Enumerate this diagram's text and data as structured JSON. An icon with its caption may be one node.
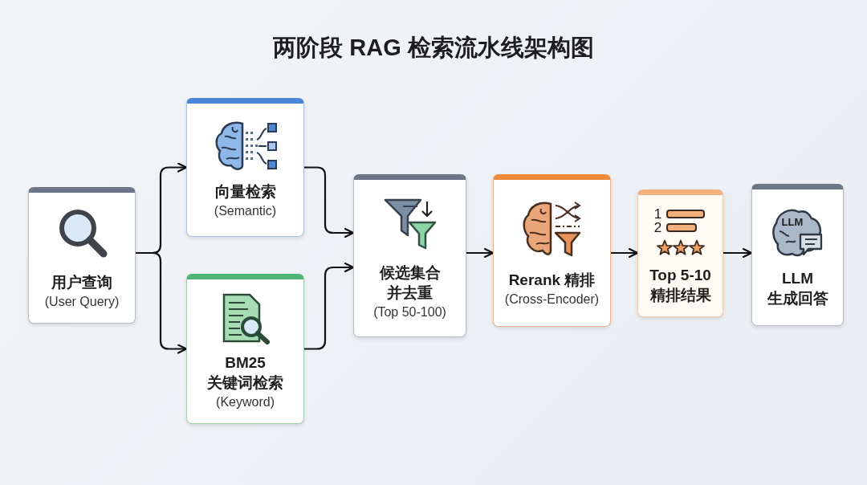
{
  "diagram": {
    "title": "两阶段 RAG 检索流水线架构图",
    "nodes": [
      {
        "text": [
          "用户查询",
          "(User Query)"
        ]
      },
      {
        "text": [
          "向量检索",
          "(Semantic)"
        ]
      },
      {
        "text": [
          "BM25 关键词检索",
          "(Keyword)"
        ]
      },
      {
        "text": [
          "候选集合并去重",
          "(Top 50-100)"
        ]
      },
      {
        "text": [
          "Rerank 精排",
          "(Cross-Encoder)"
        ]
      },
      {
        "text": [
          "Top 5-10 精排结果"
        ]
      },
      {
        "text": [
          "LLM 生成回答"
        ]
      }
    ],
    "edges": [
      {
        "from": 0,
        "to": 1,
        "arrow": "to"
      },
      {
        "from": 0,
        "to": 2,
        "arrow": "to"
      },
      {
        "from": 1,
        "to": 3,
        "arrow": "to"
      },
      {
        "from": 2,
        "to": 3,
        "arrow": "to"
      },
      {
        "from": 3,
        "to": 4,
        "arrow": "to"
      },
      {
        "from": 4,
        "to": 5,
        "arrow": "to"
      },
      {
        "from": 5,
        "to": 6,
        "arrow": "to"
      }
    ],
    "labels": [
      "1",
      "2",
      "LLM"
    ]
  }
}
